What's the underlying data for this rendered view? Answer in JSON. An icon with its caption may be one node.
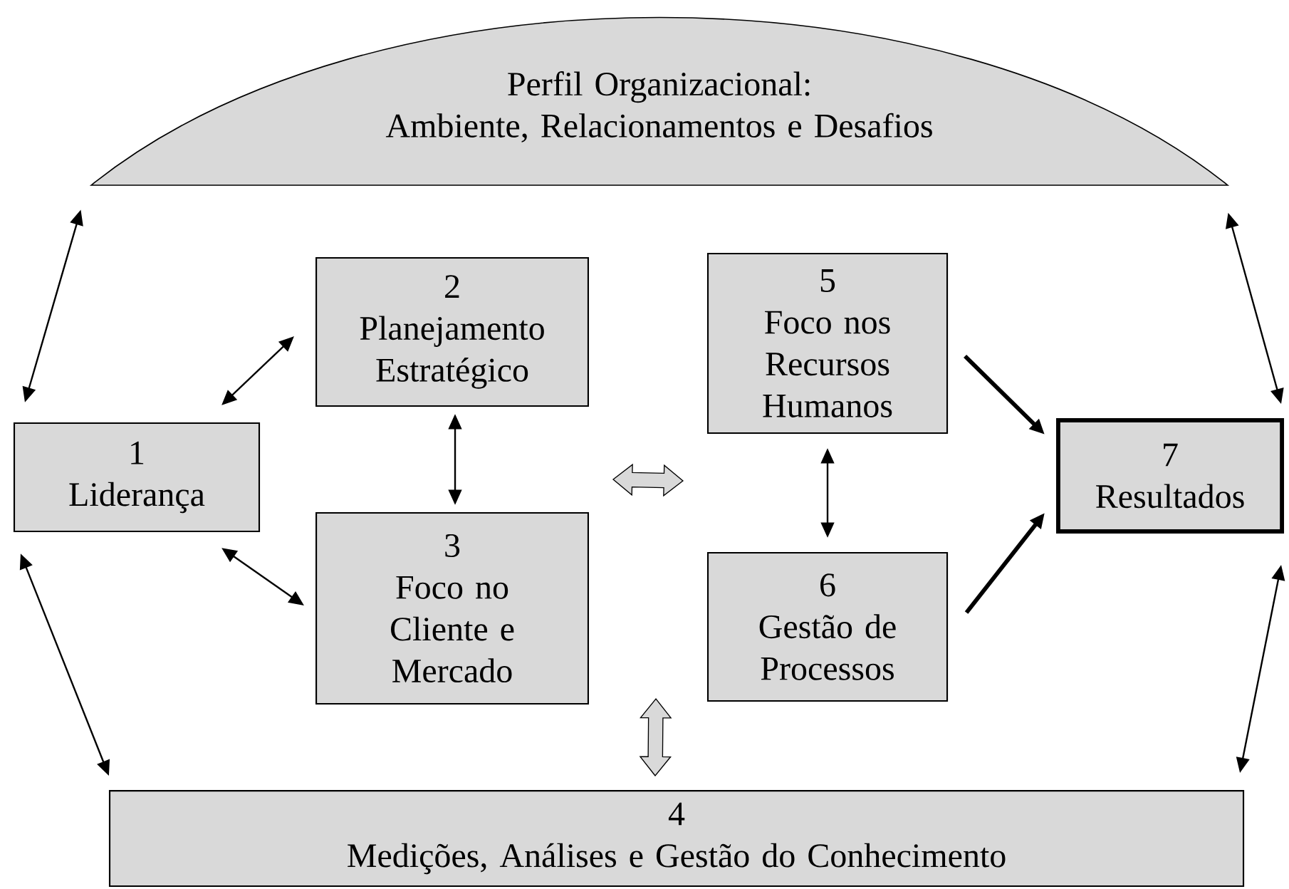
{
  "diagram": {
    "nodes": [
      {
        "text": [
          "Perfil Organizacional:",
          "Ambiente, Relacionamentos e Desafios"
        ]
      },
      {
        "text": [
          "1",
          "Liderança"
        ]
      },
      {
        "text": [
          "2",
          "Planejamento Estratégico"
        ]
      },
      {
        "text": [
          "3",
          "Foco no Cliente e Mercado"
        ]
      },
      {
        "text": [
          "4",
          "Medições, Análises e Gestão do Conhecimento"
        ]
      },
      {
        "text": [
          "5",
          "Foco nos Recursos Humanos"
        ]
      },
      {
        "text": [
          "6",
          "Gestão de Processos"
        ]
      },
      {
        "text": [
          "7",
          "Resultados"
        ]
      }
    ],
    "edges": [
      {
        "from": 0,
        "to": 1,
        "arrow": "both"
      },
      {
        "from": 0,
        "to": 7,
        "arrow": "both"
      },
      {
        "from": 1,
        "to": 2,
        "arrow": "both"
      },
      {
        "from": 1,
        "to": 3,
        "arrow": "both"
      },
      {
        "from": 2,
        "to": 3,
        "arrow": "both"
      },
      {
        "from": 1,
        "to": 4,
        "arrow": "both"
      },
      {
        "from": 7,
        "to": 4,
        "arrow": "both"
      },
      {
        "from": 5,
        "to": 6,
        "arrow": "both"
      },
      {
        "from": 5,
        "to": 7,
        "arrow": "to",
        "style": "thick"
      },
      {
        "from": 6,
        "to": 7,
        "arrow": "to",
        "style": "thick"
      },
      {
        "from": 3,
        "to": 5,
        "arrow": "both",
        "color": "#d9d9d9"
      },
      {
        "from": 4,
        "to": 3,
        "arrow": "both",
        "color": "#d9d9d9"
      }
    ]
  }
}
